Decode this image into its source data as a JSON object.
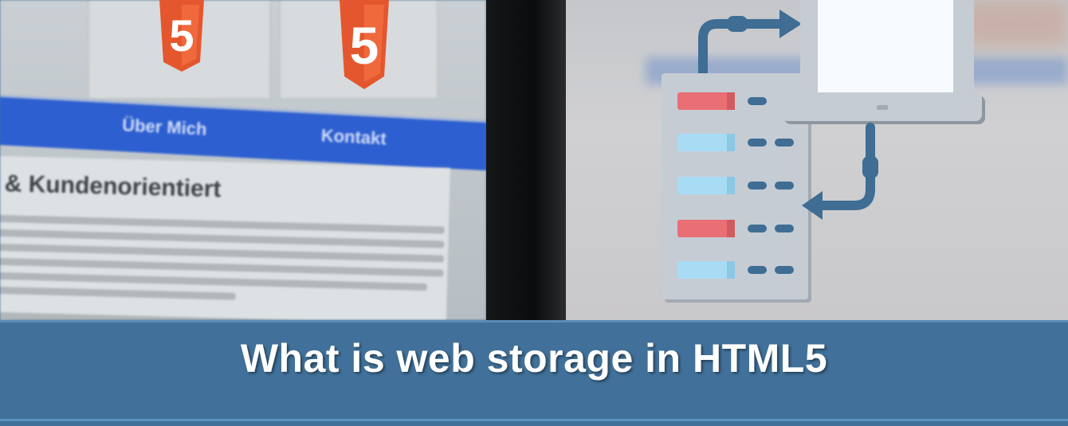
{
  "banner": {
    "title": "What is web storage in HTML5"
  },
  "photo_website": {
    "nav_items": [
      "Über Mich",
      "Kontakt"
    ],
    "heading": "ert & Kundenorientiert",
    "badge_glyph": "5"
  },
  "colors": {
    "banner_bg": "#41719a",
    "banner_accent": "#5b93c4",
    "illustration_blue": "#3f6d93",
    "slot_red": "#e96f75",
    "slot_light_blue": "#a8dcf5",
    "html5_orange": "#e4572e"
  },
  "icons": [
    "html5-logo-icon",
    "storage-server-icon",
    "monitor-icon",
    "arrow-right-icon",
    "arrow-left-icon"
  ]
}
